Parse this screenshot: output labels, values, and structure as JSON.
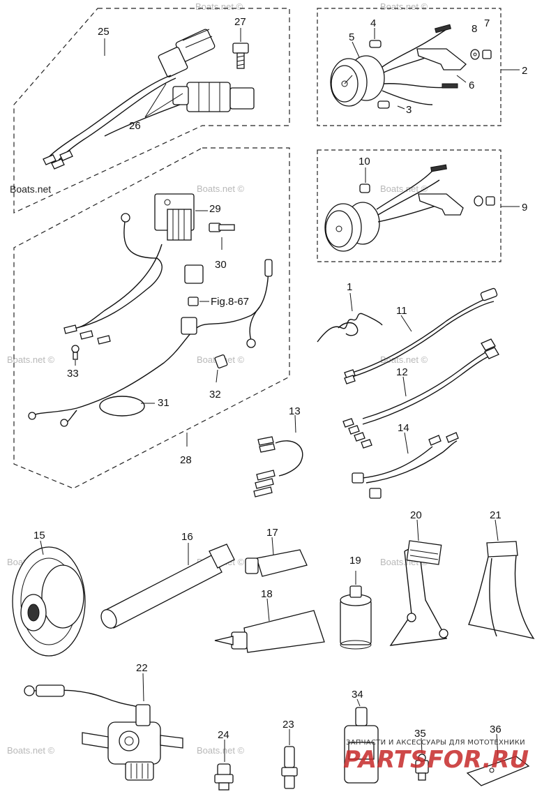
{
  "callouts": {
    "c1": "1",
    "c2": "2",
    "c3": "3",
    "c4": "4",
    "c5": "5",
    "c6": "6",
    "c7": "7",
    "c8": "8",
    "c9": "9",
    "c10": "10",
    "c11": "11",
    "c12": "12",
    "c13": "13",
    "c14": "14",
    "c15": "15",
    "c16": "16",
    "c17": "17",
    "c18": "18",
    "c19": "19",
    "c20": "20",
    "c21": "21",
    "c22": "22",
    "c23": "23",
    "c24": "24",
    "c25": "25",
    "c26": "26",
    "c27": "27",
    "c28": "28",
    "c29": "29",
    "c30": "30",
    "c31": "31",
    "c32": "32",
    "c33": "33",
    "c34": "34",
    "c35": "35",
    "c36": "36"
  },
  "references": {
    "fig": "Fig.8-67"
  },
  "watermarks": {
    "boats_net": "Boats.net ©",
    "boats_net_plain": "Boats.net"
  },
  "footer": {
    "promo_text": "ЗАПЧАСТИ И АКСЕССУАРЫ ДЛЯ МОТОТЕХНИКИ",
    "brand_text": "PARTSFOR.RU"
  },
  "colors": {
    "line": "#111111",
    "watermark": "#b8b8b8",
    "brand": "#c62a2a",
    "background": "#ffffff"
  }
}
